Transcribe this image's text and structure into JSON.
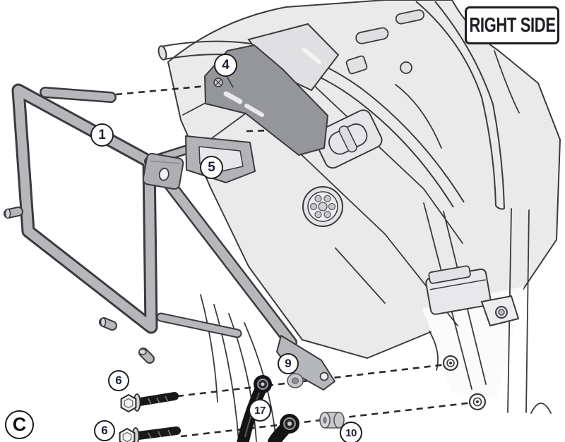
{
  "title_box": {
    "label": "RIGHT SIDE"
  },
  "figure": {
    "letter": "C"
  },
  "callouts": [
    {
      "label": "1"
    },
    {
      "label": "4"
    },
    {
      "label": "5"
    },
    {
      "label": "9"
    },
    {
      "label": "6"
    },
    {
      "label": "6"
    },
    {
      "label": "17"
    },
    {
      "label": "10"
    }
  ],
  "colors": {
    "line": "#3b3b3d",
    "body_fill": "#eaeaeb",
    "rack_fill": "#b6b7ba",
    "bracket_fill": "#95969a",
    "black_part": "#141416",
    "washer_fill": "#c6c6c9",
    "callout_border": "#1f1f23",
    "callout_text": "#1b2137",
    "title_text": "#1d1d22"
  }
}
